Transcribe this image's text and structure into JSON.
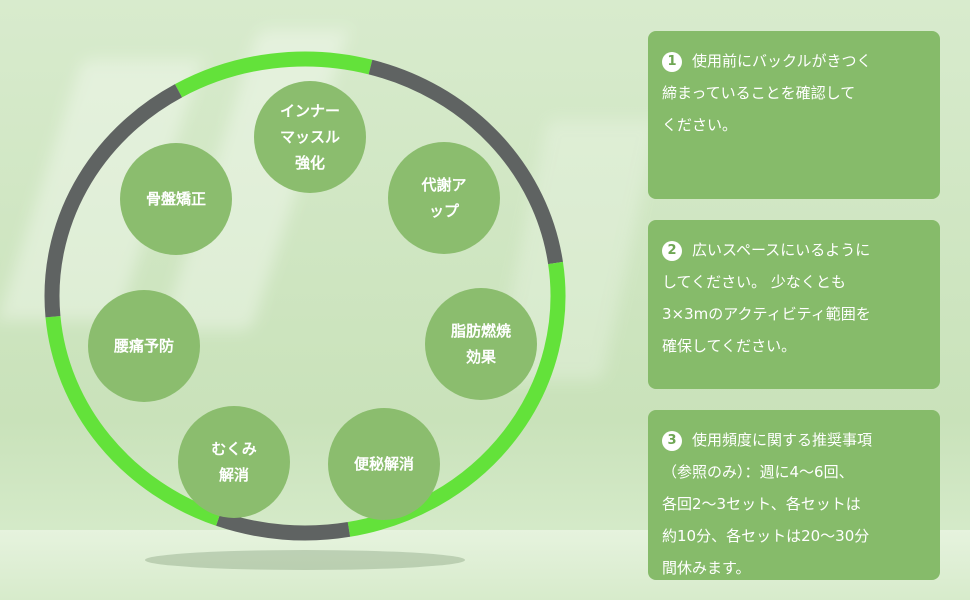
{
  "colors": {
    "bubble": "#8bbd6e",
    "card": "#86bb6a",
    "hoop_green": "#63e23a",
    "hoop_gray": "#5f6362"
  },
  "benefits": [
    {
      "label": "インナー\nマッスル\n強化"
    },
    {
      "label": "代謝ア\nップ"
    },
    {
      "label": "脂肪燃焼\n効果"
    },
    {
      "label": "便秘解消"
    },
    {
      "label": "むくみ\n解消"
    },
    {
      "label": "腰痛予防"
    },
    {
      "label": "骨盤矯正"
    }
  ],
  "notes": [
    {
      "number": "1",
      "text": "使用前にバックルがきつく\n締まっていることを確認して\nください。"
    },
    {
      "number": "2",
      "text": "広いスペースにいるように\nしてください。 少なくとも\n3×3mのアクティビティ範囲を\n確保してください。"
    },
    {
      "number": "3",
      "text": "使用頻度に関する推奨事項\n（参照のみ）：週に4〜6回、\n各回2〜3セット、各セットは\n約10分、各セットは20〜30分\n間休みます。"
    }
  ]
}
